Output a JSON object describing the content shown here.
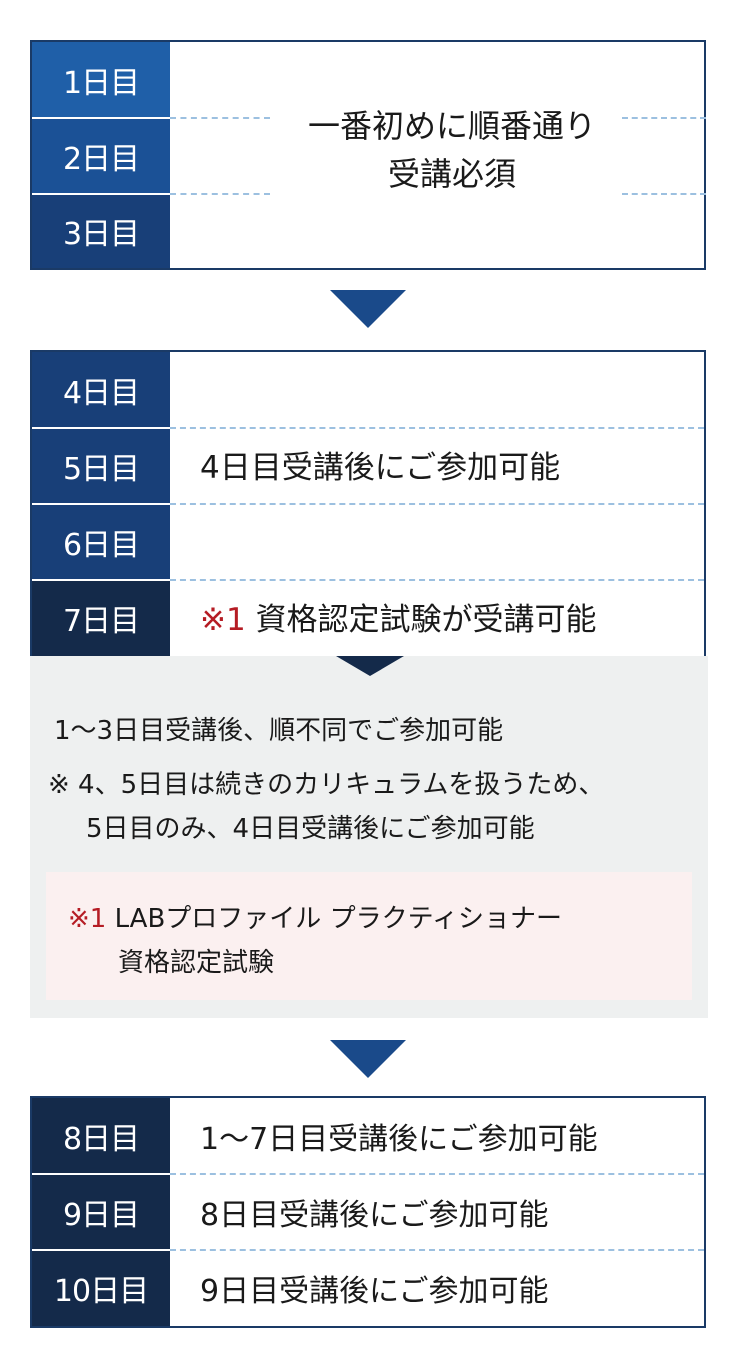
{
  "block1": {
    "days": [
      "1日目",
      "2日目",
      "3日目"
    ],
    "day_colors": [
      "#1f5fa8",
      "#1b5196",
      "#183f78"
    ],
    "text_line1": "一番初めに順番通り",
    "text_line2": "受講必須"
  },
  "block2": {
    "days": [
      "4日目",
      "5日目",
      "6日目",
      "7日目"
    ],
    "day_colors": [
      "#183f78",
      "#183f78",
      "#183f78",
      "#142a4a"
    ],
    "text_main": "4日目受講後にご参加可能",
    "row7_mark": "※1",
    "row7_text": "資格認定試験が受講可能"
  },
  "notes": {
    "line1": "1〜3日目受講後、順不同でご参加可能",
    "line2": "※ 4、5日目は続きのカリキュラムを扱うため、",
    "line3": "5日目のみ、4日目受講後にご参加可能",
    "pink_mark": "※1",
    "pink_line1": "LABプロファイル プラクティショナー",
    "pink_line2": "資格認定試験"
  },
  "block3": {
    "days": [
      "8日目",
      "9日目",
      "10日目"
    ],
    "day_color": "#142a4a",
    "texts": [
      "1〜7日目受講後にご参加可能",
      "8日目受講後にご参加可能",
      "9日目受講後にご参加可能"
    ]
  },
  "colors": {
    "arrow": "#1a4a8a",
    "accent_red": "#b51c24",
    "border": "#1a3a66"
  }
}
